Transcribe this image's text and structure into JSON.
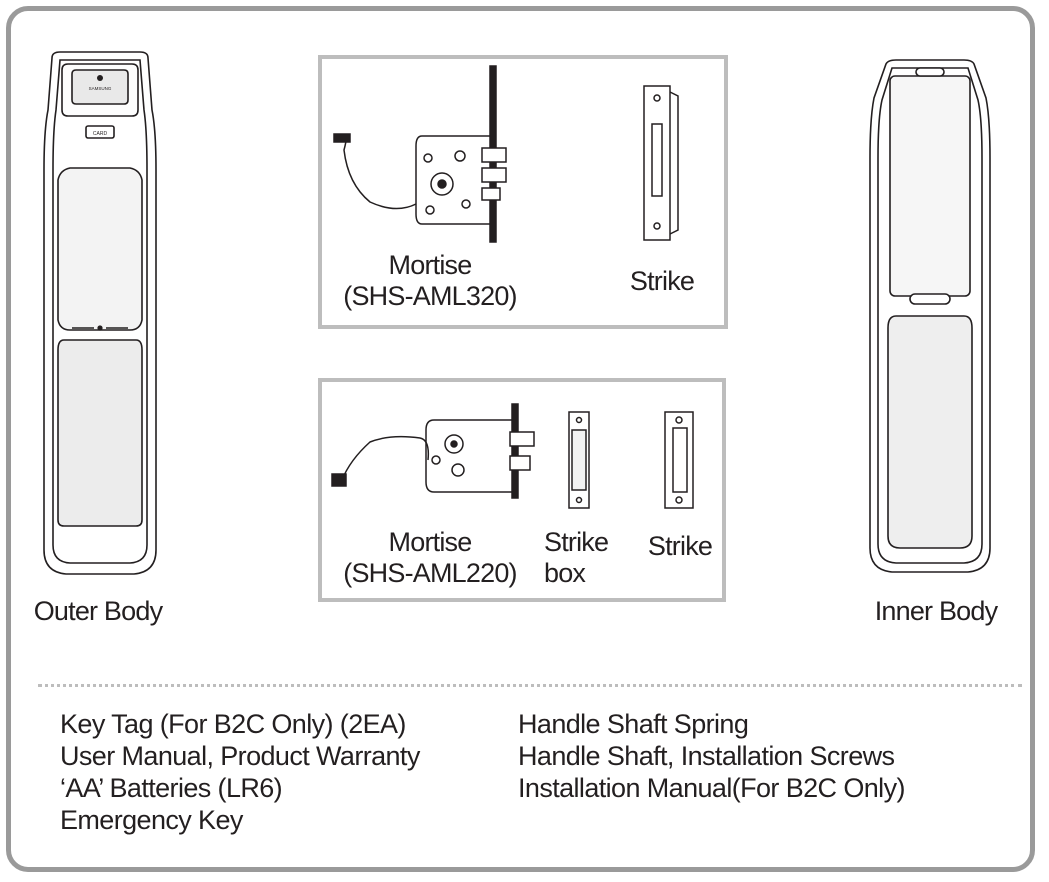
{
  "labels": {
    "outer_body": "Outer Body",
    "inner_body": "Inner Body",
    "outer_brand": "SAMSUNG",
    "outer_card": "CARD"
  },
  "box_top": {
    "mortise_line1": "Mortise",
    "mortise_line2": "(SHS-AML320)",
    "strike": "Strike"
  },
  "box_bottom": {
    "mortise_line1": "Mortise",
    "mortise_line2": "(SHS-AML220)",
    "strike_box_line1": "Strike",
    "strike_box_line2": "box",
    "strike": "Strike"
  },
  "accessories_left": [
    "Key Tag (For B2C Only) (2EA)",
    "User Manual, Product Warranty",
    "‘AA’ Batteries (LR6)",
    "Emergency Key"
  ],
  "accessories_right": [
    "Handle Shaft Spring",
    "Handle Shaft, Installation Screws",
    "Installation Manual(For B2C Only)"
  ]
}
